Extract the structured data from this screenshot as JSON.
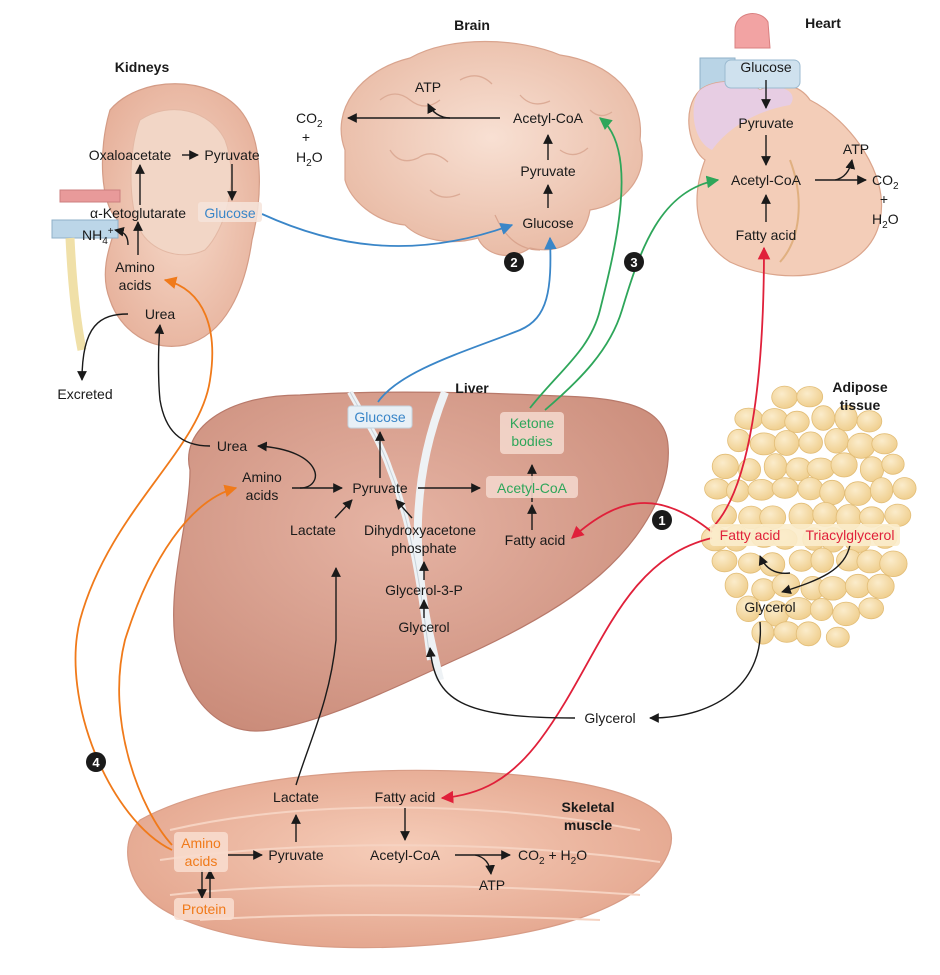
{
  "colors": {
    "black": "#1a1a1a",
    "blue": "#3a86c8",
    "green": "#2ea65a",
    "red": "#e0203a",
    "orange": "#f07a1a",
    "liver": "#d9a08e",
    "muscle": "#efb9a2",
    "brain": "#f2d2c2",
    "kidney": "#f0c8b4",
    "heart": "#f3cdb8",
    "adipose": "#f5dca0"
  },
  "organs": {
    "brain": "Brain",
    "heart": "Heart",
    "kidneys": "Kidneys",
    "liver": "Liver",
    "adipose_1": "Adipose",
    "adipose_2": "tissue",
    "muscle_1": "Skeletal",
    "muscle_2": "muscle"
  },
  "steps": [
    "1",
    "2",
    "3",
    "4"
  ],
  "brain": {
    "atp": "ATP",
    "co2": "CO",
    "co2_sub": "2",
    "plus": "+",
    "h2o_h": "H",
    "h2o_sub": "2",
    "h2o_o": "O",
    "acetyl_coa": "Acetyl-CoA",
    "pyruvate": "Pyruvate",
    "glucose": "Glucose"
  },
  "heart": {
    "glucose": "Glucose",
    "pyruvate": "Pyruvate",
    "atp": "ATP",
    "acetyl_coa": "Acetyl-CoA",
    "co2": "CO",
    "co2_sub": "2",
    "plus": "+",
    "h2o_h": "H",
    "h2o_sub": "2",
    "h2o_o": "O",
    "fatty_acid": "Fatty acid"
  },
  "kidney": {
    "oxaloacetate": "Oxaloacetate",
    "pyruvate": "Pyruvate",
    "ketoglutarate": "α-Ketoglutarate",
    "glucose": "Glucose",
    "nh4": "NH",
    "nh4_sub": "4",
    "nh4_sup": "+",
    "amino_1": "Amino",
    "amino_2": "acids",
    "urea": "Urea",
    "excreted": "Excreted"
  },
  "liver": {
    "glucose": "Glucose",
    "ketone_1": "Ketone",
    "ketone_2": "bodies",
    "urea": "Urea",
    "amino_1": "Amino",
    "amino_2": "acids",
    "pyruvate": "Pyruvate",
    "acetyl_coa": "Acetyl-CoA",
    "lactate": "Lactate",
    "dhap_1": "Dihydroxyacetone",
    "dhap_2": "phosphate",
    "fatty_acid": "Fatty acid",
    "glycerol3p": "Glycerol-3-P",
    "glycerol": "Glycerol"
  },
  "adipose": {
    "fatty_acid": "Fatty acid",
    "triacylglycerol": "Triacylglycerol",
    "glycerol": "Glycerol"
  },
  "blood": {
    "glycerol": "Glycerol"
  },
  "muscle": {
    "lactate": "Lactate",
    "fatty_acid": "Fatty acid",
    "amino_1": "Amino",
    "amino_2": "acids",
    "pyruvate": "Pyruvate",
    "acetyl_coa": "Acetyl-CoA",
    "co2_h2o_a": "CO",
    "co2_sub": "2",
    "co2_h2o_b": " + H",
    "h2o_sub": "2",
    "co2_h2o_c": "O",
    "atp": "ATP",
    "protein": "Protein"
  }
}
